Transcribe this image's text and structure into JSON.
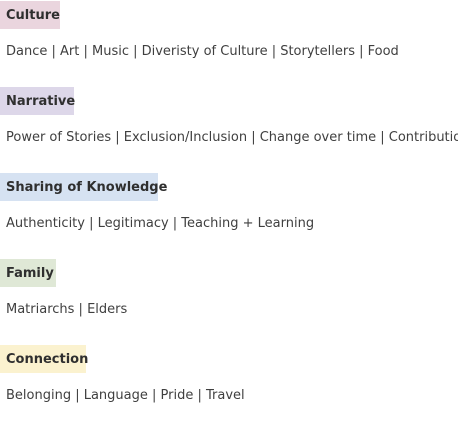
{
  "sections": [
    {
      "title": "Culture",
      "color": "#ead5de",
      "items": "Dance | Art | Music | Diveristy of Culture | Storytellers | Food"
    },
    {
      "title": "Narrative",
      "color": "#ddd7e9",
      "items": "Power of Stories | Exclusion/Inclusion | Change over time | Contribution"
    },
    {
      "title": "Sharing of Knowledge",
      "color": "#d6e2f2",
      "items": "Authenticity | Legitimacy | Teaching + Learning"
    },
    {
      "title": "Family",
      "color": "#dfe8d6",
      "items": "Matriarchs | Elders"
    },
    {
      "title": "Connection",
      "color": "#fbf2cf",
      "items": "Belonging | Language | Pride | Travel"
    }
  ]
}
